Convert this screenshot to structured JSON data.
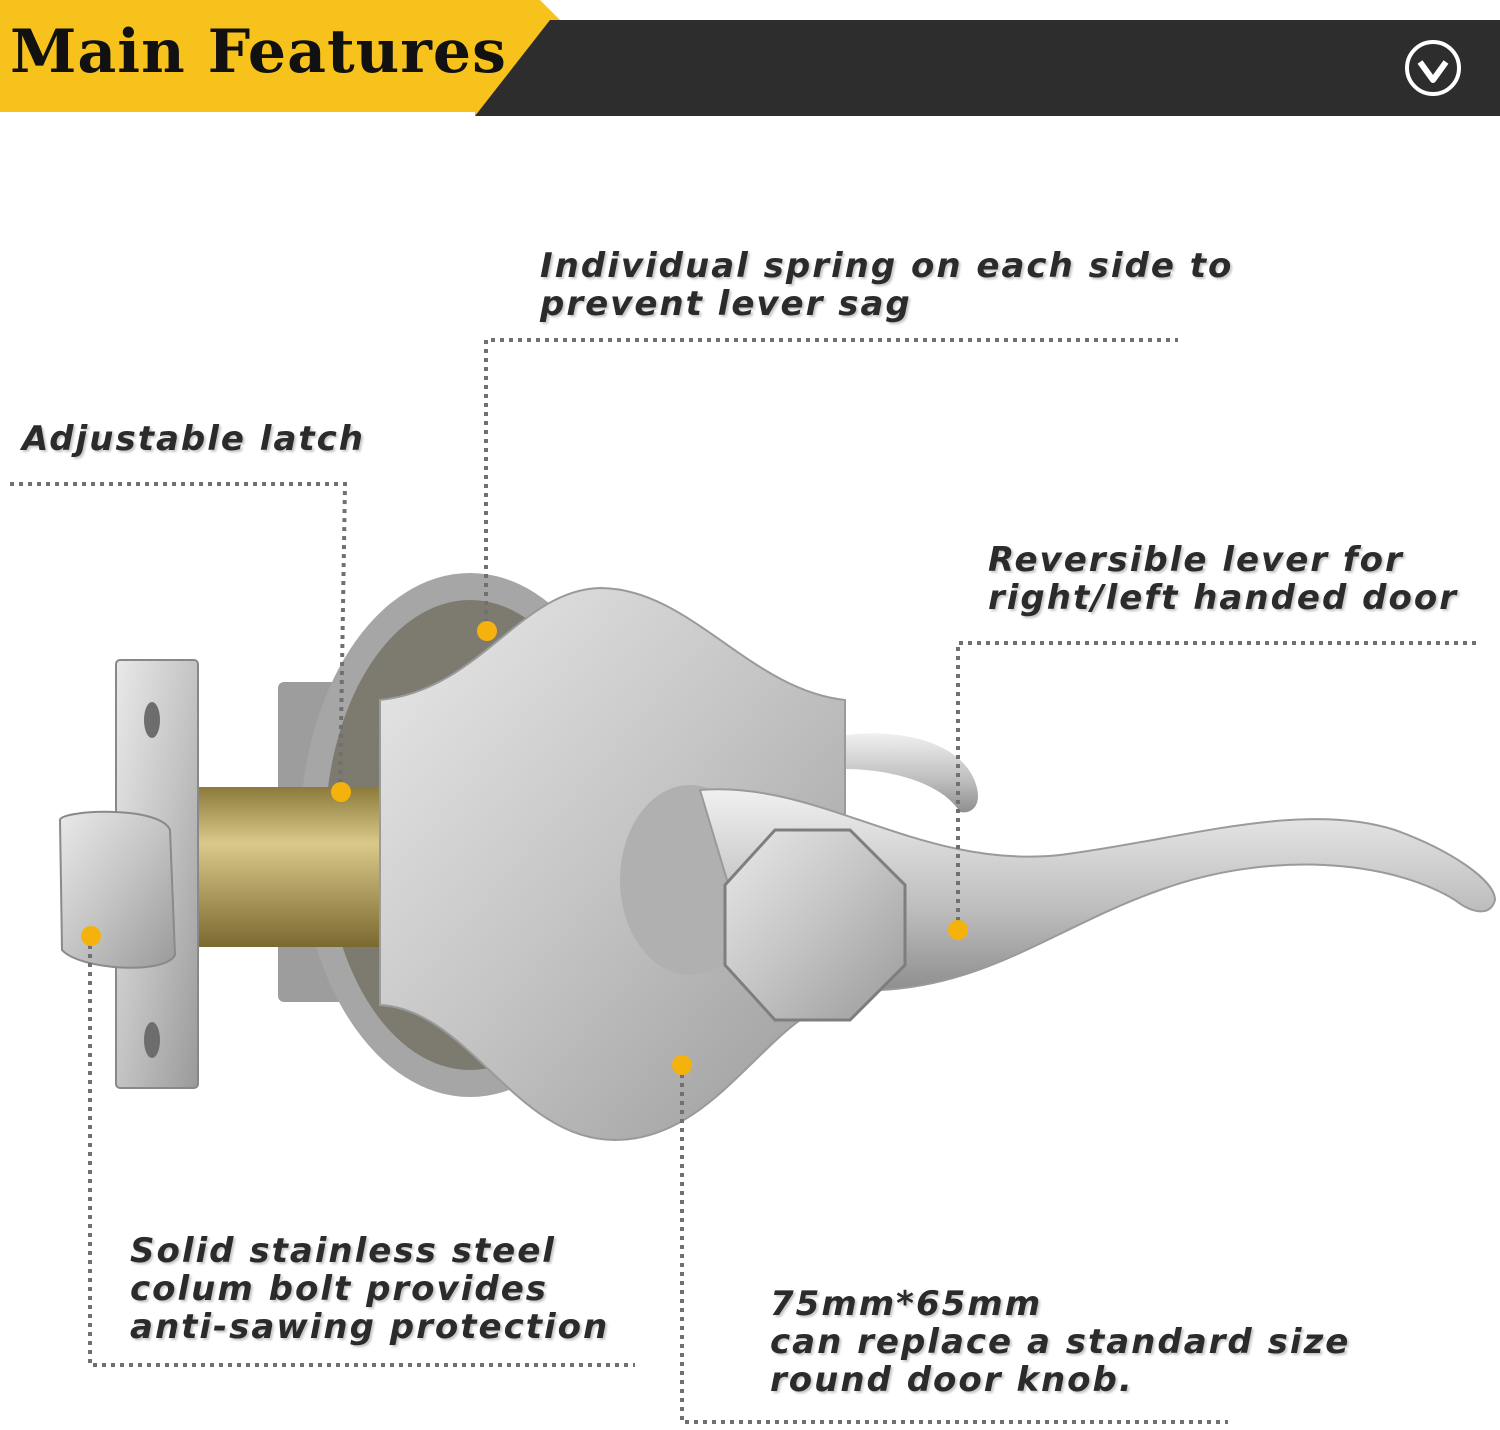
{
  "header": {
    "title": "Main Features",
    "menu_icon": "chevron-down-circle-icon"
  },
  "callouts": {
    "spring": "Individual spring on each side to\nprevent lever sag",
    "latch": "Adjustable latch",
    "lever": "Reversible lever for\nright/left handed door",
    "bolt": "Solid stainless steel\ncolum bolt provides\nanti-sawing protection",
    "size": "75mm*65mm\ncan replace a standard size\nround door knob."
  },
  "colors": {
    "accent_yellow": "#f7c21b",
    "header_dark": "#2d2d2d",
    "marker": "#f5b20c",
    "leader_line": "#707070",
    "metal": "#c9c9c9",
    "brass": "#b39a4a"
  }
}
